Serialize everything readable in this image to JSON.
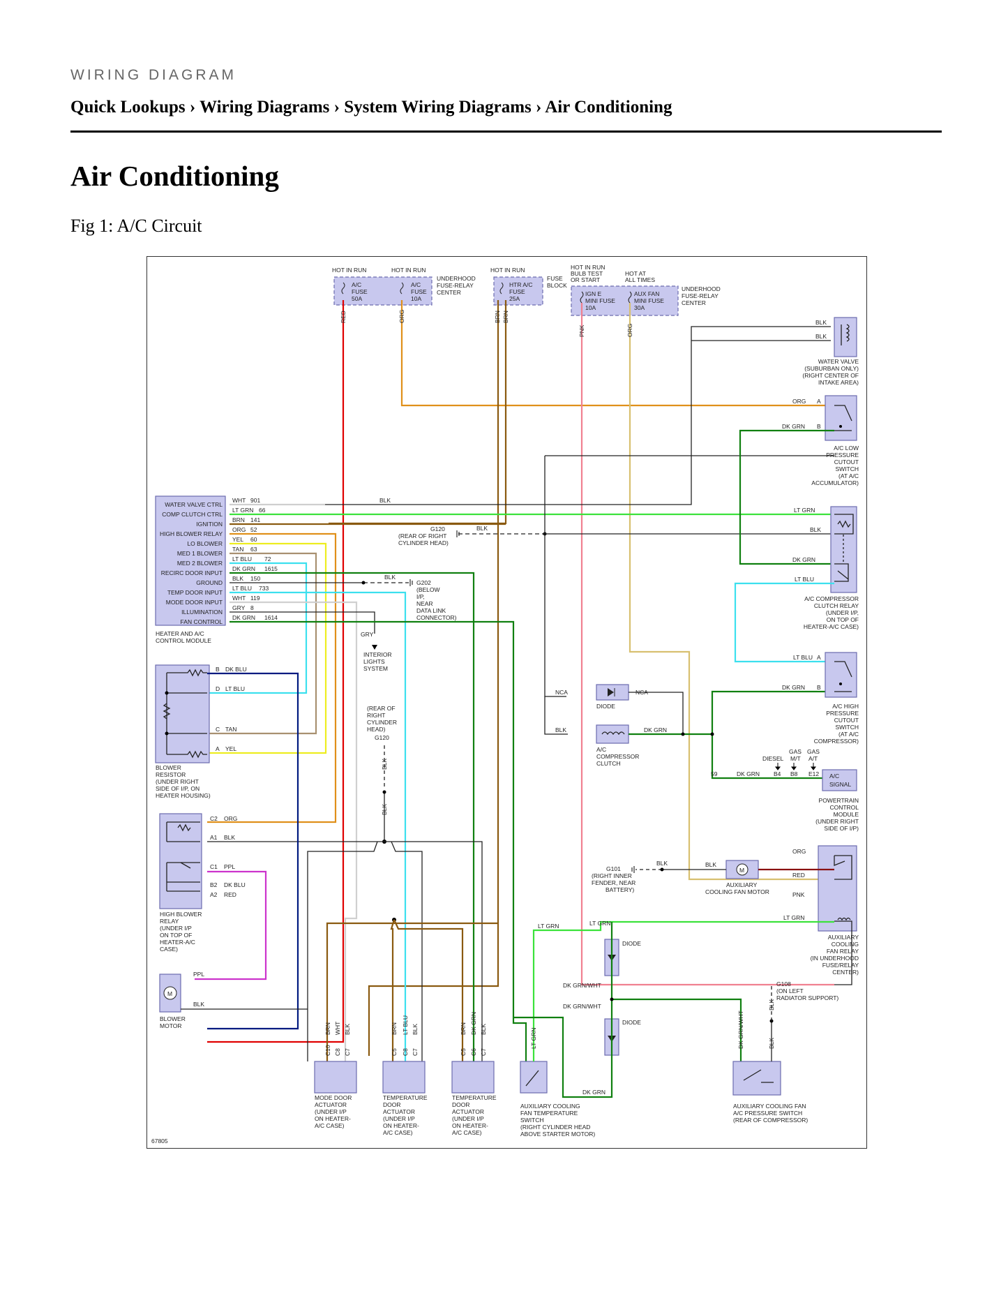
{
  "header": {
    "kicker": "WIRING DIAGRAM",
    "breadcrumb": [
      "Quick Lookups",
      "Wiring Diagrams",
      "System Wiring Diagrams",
      "Air Conditioning"
    ],
    "separator": "›"
  },
  "page": {
    "title": "Air Conditioning",
    "figure_caption": "Fig 1: A/C Circuit"
  },
  "diagram": {
    "figure_id": "67805",
    "top_labels": {
      "hot_in_run_1": "HOT IN RUN",
      "hot_in_run_2": "HOT IN RUN",
      "hot_in_run_3": "HOT IN RUN",
      "hot_bulb_1": "HOT IN RUN",
      "hot_bulb_2": "BULB TEST",
      "hot_bulb_3": "OR START",
      "hot_all_1": "HOT AT",
      "hot_all_2": "ALL TIMES"
    },
    "fuses": {
      "ac50": [
        "A/C",
        "FUSE",
        "50A"
      ],
      "ac10": [
        "A/C",
        "FUSE",
        "10A"
      ],
      "htr": [
        "HTR A/C",
        "FUSE",
        "25A"
      ],
      "igne": [
        "IGN E",
        "MINI FUSE",
        "10A"
      ],
      "auxfan": [
        "AUX FAN",
        "MINI FUSE",
        "30A"
      ],
      "center1": [
        "UNDERHOOD",
        "FUSE-RELAY",
        "CENTER"
      ],
      "fuseblock": [
        "FUSE",
        "BLOCK"
      ],
      "center2": [
        "UNDERHOOD",
        "FUSE-RELAY",
        "CENTER"
      ]
    },
    "module": {
      "inputs": [
        "WATER VALVE CTRL",
        "COMP CLUTCH CTRL",
        "IGNITION",
        "HIGH BLOWER RELAY",
        "LO BLOWER",
        "MED 1 BLOWER",
        "MED 2 BLOWER",
        "RECIRC DOOR INPUT",
        "GROUND",
        "TEMP DOOR INPUT",
        "MODE DOOR INPUT",
        "ILLUMINATION",
        "FAN CONTROL"
      ],
      "wires": [
        {
          "color": "WHT",
          "circuit": "901"
        },
        {
          "color": "LT GRN",
          "circuit": "66"
        },
        {
          "color": "BRN",
          "circuit": "141"
        },
        {
          "color": "ORG",
          "circuit": "52"
        },
        {
          "color": "YEL",
          "circuit": "60"
        },
        {
          "color": "TAN",
          "circuit": "63"
        },
        {
          "color": "LT BLU",
          "circuit": "72"
        },
        {
          "color": "DK GRN",
          "circuit": "1615"
        },
        {
          "color": "BLK",
          "circuit": "150"
        },
        {
          "color": "LT BLU",
          "circuit": "733"
        },
        {
          "color": "WHT",
          "circuit": "119"
        },
        {
          "color": "GRY",
          "circuit": "8"
        },
        {
          "color": "DK GRN",
          "circuit": "1614"
        }
      ],
      "label": [
        "HEATER AND A/C",
        "CONTROL MODULE"
      ]
    },
    "wire_labels": {
      "red": "RED",
      "org": "ORG",
      "brn": "BRN",
      "pnk": "PNK",
      "blk": "BLK",
      "ltgrn": "LT GRN",
      "dkgrn": "DK GRN",
      "ltblu": "LT BLU",
      "dkblu": "DK BLU",
      "tan": "TAN",
      "yel": "YEL",
      "ppl": "PPL",
      "gry": "GRY",
      "wht": "WHT",
      "nca": "NCA",
      "dkgrnwht": "DK GRN/WHT",
      "ltblu_v": "LT BLU",
      "dkgrn_v": "DK GRN"
    },
    "components": {
      "water_valve": [
        "WATER VALVE",
        "(SUBURBAN ONLY)",
        "(RIGHT CENTER OF",
        "INTAKE AREA)"
      ],
      "ac_low": [
        "A/C LOW",
        "PRESSURE",
        "CUTOUT",
        "SWITCH",
        "(AT A/C",
        "ACCUMULATOR)"
      ],
      "clutch_relay": [
        "A/C COMPRESSOR",
        "CLUTCH RELAY",
        "(UNDER I/P,",
        "ON TOP OF",
        "HEATER-A/C CASE)"
      ],
      "ac_high": [
        "A/C HIGH",
        "PRESSURE",
        "CUTOUT",
        "SWITCH",
        "(AT A/C",
        "COMPRESSOR)"
      ],
      "pcm": [
        "POWERTRAIN",
        "CONTROL",
        "MODULE",
        "(UNDER RIGHT",
        "SIDE OF I/P)"
      ],
      "ac_signal": [
        "A/C",
        "SIGNAL"
      ],
      "aux_relay": [
        "AUXILIARY",
        "COOLING",
        "FAN RELAY",
        "(IN UNDERHOOD",
        "FUSE/RELAY",
        "CENTER)"
      ],
      "aux_motor": [
        "AUXILIARY",
        "COOLING FAN MOTOR"
      ],
      "blower_resistor": [
        "BLOWER",
        "RESISTOR",
        "(UNDER RIGHT",
        "SIDE OF I/P, ON",
        "HEATER HOUSING)"
      ],
      "high_blower_relay": [
        "HIGH BLOWER",
        "RELAY",
        "(UNDER I/P",
        "ON TOP OF",
        "HEATER-A/C",
        "CASE)"
      ],
      "blower_motor": [
        "BLOWER",
        "MOTOR"
      ],
      "mode_door": [
        "MODE DOOR",
        "ACTUATOR",
        "(UNDER I/P",
        "ON HEATER-",
        "A/C CASE)"
      ],
      "temp_door1": [
        "TEMPERATURE",
        "DOOR",
        "ACTUATOR",
        "(UNDER I/P",
        "ON HEATER-",
        "A/C CASE)"
      ],
      "temp_door2": [
        "TEMPERATURE",
        "DOOR",
        "ACTUATOR",
        "(UNDER I/P",
        "ON HEATER-",
        "A/C CASE)"
      ],
      "aux_temp_switch": [
        "AUXILIARY COOLING",
        "FAN TEMPERATURE",
        "SWITCH",
        "(RIGHT CYLINDER HEAD",
        "ABOVE STARTER MOTOR)"
      ],
      "aux_press_switch": [
        "AUXILIARY COOLING FAN",
        "A/C PRESSURE SWITCH",
        "(REAR OF COMPRESSOR)"
      ],
      "diode": "DIODE",
      "compressor_clutch": [
        "A/C",
        "COMPRESSOR",
        "CLUTCH"
      ],
      "interior_lights": [
        "INTERIOR",
        "LIGHTS",
        "SYSTEM"
      ],
      "g120_top": [
        "G120",
        "(REAR OF RIGHT",
        "CYLINDER HEAD)"
      ],
      "g120_mid": [
        "(REAR OF",
        "RIGHT",
        "CYLINDER",
        "HEAD)",
        "G120"
      ],
      "g202": [
        "G202",
        "(BELOW",
        "I/P,",
        "NEAR",
        "DATA LINK",
        "CONNECTOR)"
      ],
      "g101": [
        "G101",
        "(RIGHT INNER",
        "FENDER, NEAR",
        "BATTERY)"
      ],
      "g108": [
        "G108",
        "(ON LEFT",
        "RADIATOR SUPPORT)"
      ]
    },
    "pins": {
      "pcm_row": [
        "59",
        "DK GRN",
        "B4",
        "B8",
        "E12"
      ],
      "pcm_top": [
        "DIESEL",
        "GAS",
        "M/T",
        "GAS",
        "A/T"
      ],
      "actuator_mode": [
        "C10",
        "C8",
        "C7"
      ],
      "actuator_temp1": [
        "C5",
        "C8",
        "C7"
      ],
      "actuator_temp2": [
        "C5",
        "C6",
        "C7"
      ],
      "relay_pins": [
        "C2",
        "A1",
        "C1",
        "B2",
        "A2"
      ],
      "resistor_pins": [
        "B",
        "D",
        "C",
        "A"
      ]
    }
  }
}
